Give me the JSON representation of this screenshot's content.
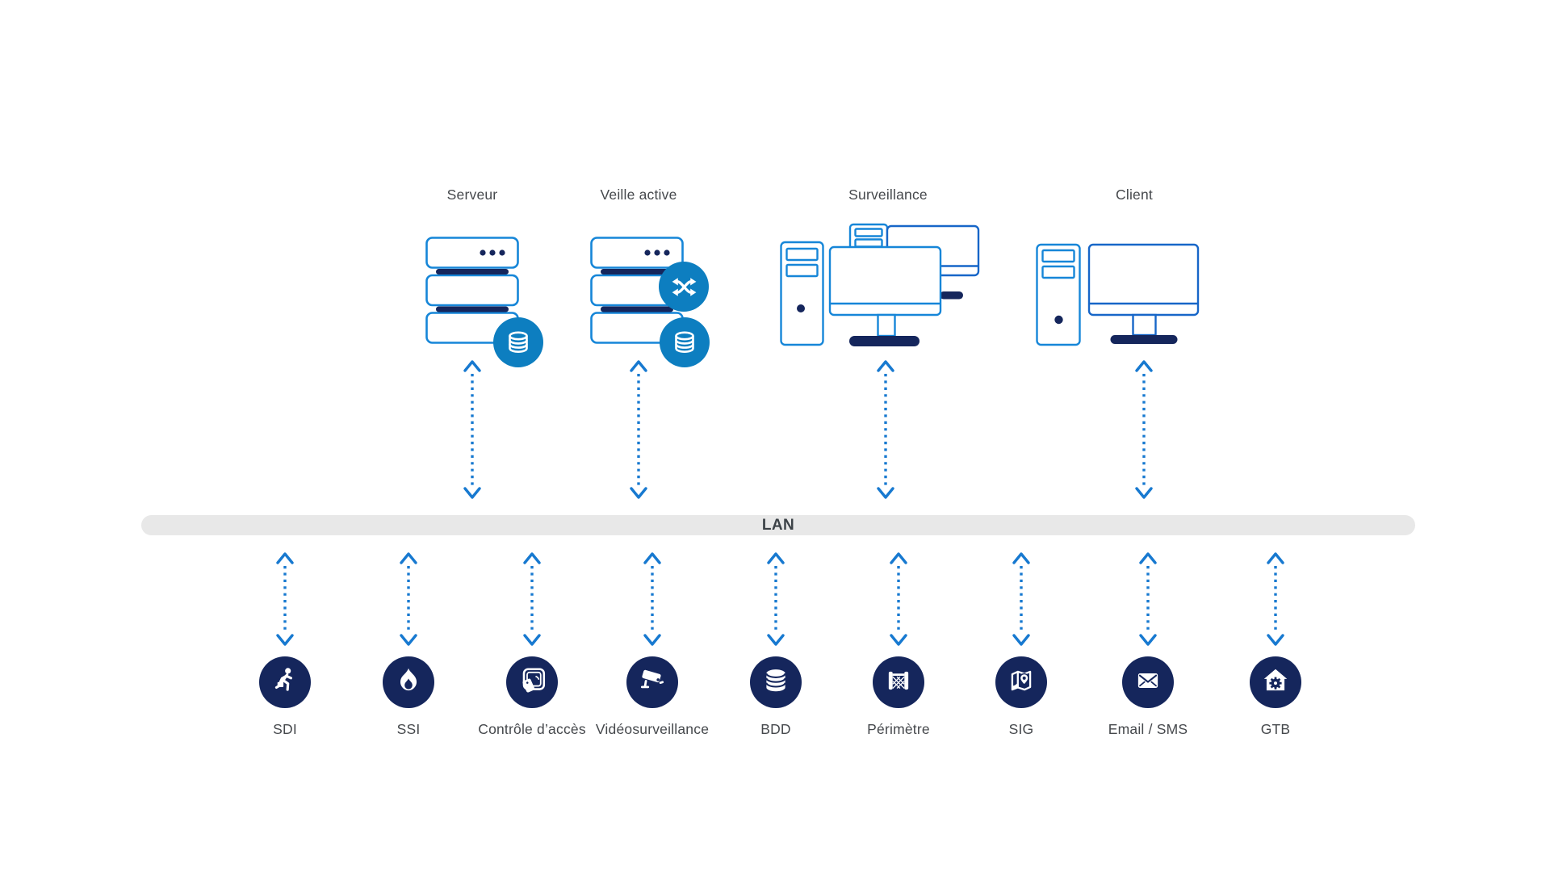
{
  "diagram": {
    "top_nodes": [
      {
        "id": "serveur",
        "label": "Serveur",
        "icon": "server-stack-icon",
        "badges": [
          "database-badge-icon"
        ]
      },
      {
        "id": "veille-active",
        "label": "Veille active",
        "icon": "server-stack-icon",
        "badges": [
          "shuffle-badge-icon",
          "database-badge-icon"
        ]
      },
      {
        "id": "surveillance",
        "label": "Surveillance",
        "icon": "workstation-dual-monitor-icon",
        "badges": []
      },
      {
        "id": "client",
        "label": "Client",
        "icon": "workstation-icon",
        "badges": []
      }
    ],
    "lan": {
      "label": "LAN"
    },
    "bottom_nodes": [
      {
        "id": "sdi",
        "label": "SDI",
        "icon": "running-intruder-icon"
      },
      {
        "id": "ssi",
        "label": "SSI",
        "icon": "flame-icon"
      },
      {
        "id": "controle-acces",
        "label": "Contrôle d’accès",
        "icon": "access-badge-reader-icon"
      },
      {
        "id": "videosurveillance",
        "label": "Vidéosurveillance",
        "icon": "cctv-camera-icon"
      },
      {
        "id": "bdd",
        "label": "BDD",
        "icon": "database-icon"
      },
      {
        "id": "perimetre",
        "label": "Périmètre",
        "icon": "fence-icon"
      },
      {
        "id": "sig",
        "label": "SIG",
        "icon": "map-pin-icon"
      },
      {
        "id": "email-sms",
        "label": "Email / SMS",
        "icon": "envelope-icon"
      },
      {
        "id": "gtb",
        "label": "GTB",
        "icon": "smart-home-gear-icon"
      }
    ],
    "colors": {
      "azure_outline": "#1686d8",
      "monitor_outline": "#1766c8",
      "navy": "#15265c",
      "badge_blue": "#0d7ec0",
      "arrow": "#1779d0",
      "lan_bg": "#e8e8e8",
      "lan_text": "#3c4247",
      "label_text": "#45484c"
    }
  }
}
